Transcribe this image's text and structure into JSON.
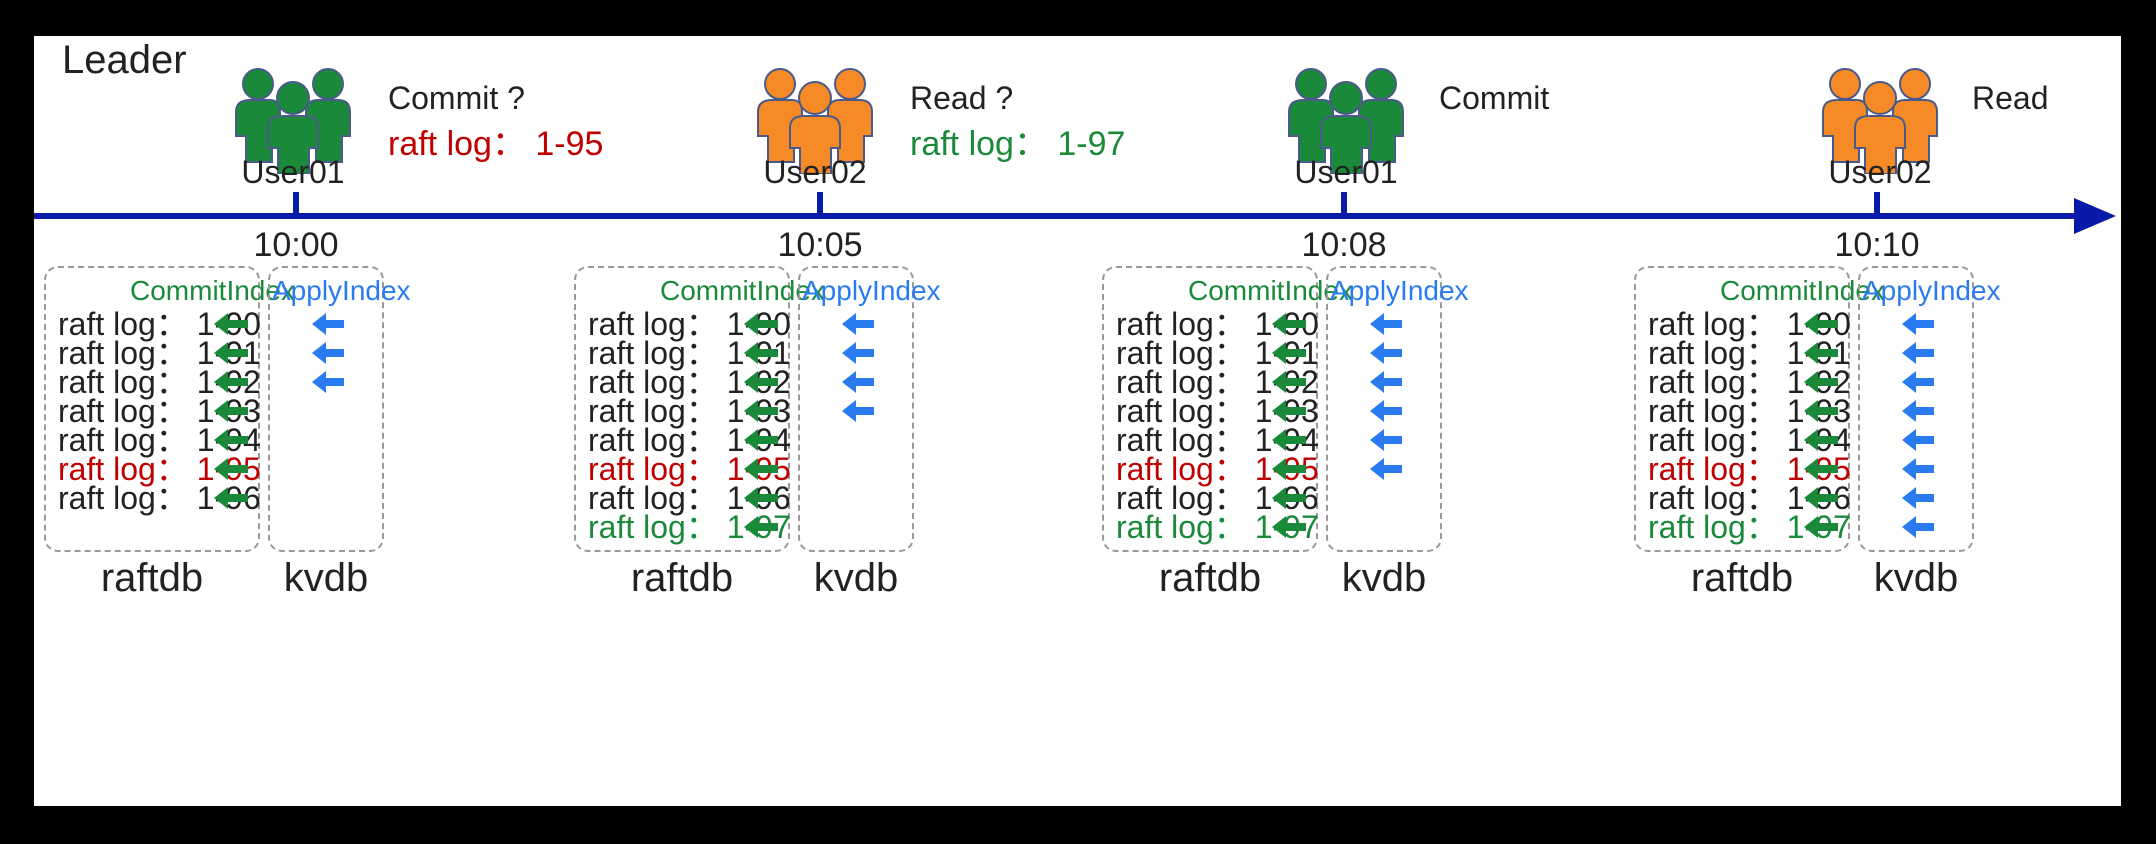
{
  "leader_label": "Leader",
  "colors": {
    "green": "#1a8a3a",
    "orange": "#f58a27",
    "red": "#c00000",
    "blue": "#2b7bf0",
    "axis": "#0a1aa8"
  },
  "events": [
    {
      "user": "User01",
      "user_icon": "users-icon",
      "icon_color": "green",
      "action": "Commit ?",
      "log": "raft log： 1-95",
      "log_color": "red",
      "time": "10:00",
      "raft_rows": [
        {
          "text": "raft log： 1-90",
          "color": "black"
        },
        {
          "text": "raft log： 1-91",
          "color": "black"
        },
        {
          "text": "raft log： 1-92",
          "color": "black"
        },
        {
          "text": "raft log： 1-93",
          "color": "black"
        },
        {
          "text": "raft log： 1-94",
          "color": "black"
        },
        {
          "text": "raft log： 1-95",
          "color": "red"
        },
        {
          "text": "raft log： 1-96",
          "color": "black"
        }
      ],
      "apply_count": 3
    },
    {
      "user": "User02",
      "user_icon": "users-icon",
      "icon_color": "orange",
      "action": "Read ?",
      "log": "raft log： 1-97",
      "log_color": "green",
      "time": "10:05",
      "raft_rows": [
        {
          "text": "raft log： 1-90",
          "color": "black"
        },
        {
          "text": "raft log： 1-91",
          "color": "black"
        },
        {
          "text": "raft log： 1-92",
          "color": "black"
        },
        {
          "text": "raft log： 1-93",
          "color": "black"
        },
        {
          "text": "raft log： 1-94",
          "color": "black"
        },
        {
          "text": "raft log： 1-95",
          "color": "red"
        },
        {
          "text": "raft log： 1-96",
          "color": "black"
        },
        {
          "text": "raft log： 1-97",
          "color": "green"
        }
      ],
      "apply_count": 4
    },
    {
      "user": "User01",
      "user_icon": "users-icon",
      "icon_color": "green",
      "action": "Commit",
      "log": "",
      "log_color": "black",
      "time": "10:08",
      "raft_rows": [
        {
          "text": "raft log： 1-90",
          "color": "black"
        },
        {
          "text": "raft log： 1-91",
          "color": "black"
        },
        {
          "text": "raft log： 1-92",
          "color": "black"
        },
        {
          "text": "raft log： 1-93",
          "color": "black"
        },
        {
          "text": "raft log： 1-94",
          "color": "black"
        },
        {
          "text": "raft log： 1-95",
          "color": "red"
        },
        {
          "text": "raft log： 1-96",
          "color": "black"
        },
        {
          "text": "raft log： 1-97",
          "color": "green"
        }
      ],
      "apply_count": 6
    },
    {
      "user": "User02",
      "user_icon": "users-icon",
      "icon_color": "orange",
      "action": "Read",
      "log": "",
      "log_color": "black",
      "time": "10:10",
      "raft_rows": [
        {
          "text": "raft log： 1-90",
          "color": "black"
        },
        {
          "text": "raft log： 1-91",
          "color": "black"
        },
        {
          "text": "raft log： 1-92",
          "color": "black"
        },
        {
          "text": "raft log： 1-93",
          "color": "black"
        },
        {
          "text": "raft log： 1-94",
          "color": "black"
        },
        {
          "text": "raft log： 1-95",
          "color": "red"
        },
        {
          "text": "raft log： 1-96",
          "color": "black"
        },
        {
          "text": "raft log： 1-97",
          "color": "green"
        }
      ],
      "apply_count": 8
    }
  ],
  "commit_index_label": "CommitIndex",
  "apply_index_label": "ApplyIndex",
  "raftdb_label": "raftdb",
  "kvdb_label": "kvdb"
}
